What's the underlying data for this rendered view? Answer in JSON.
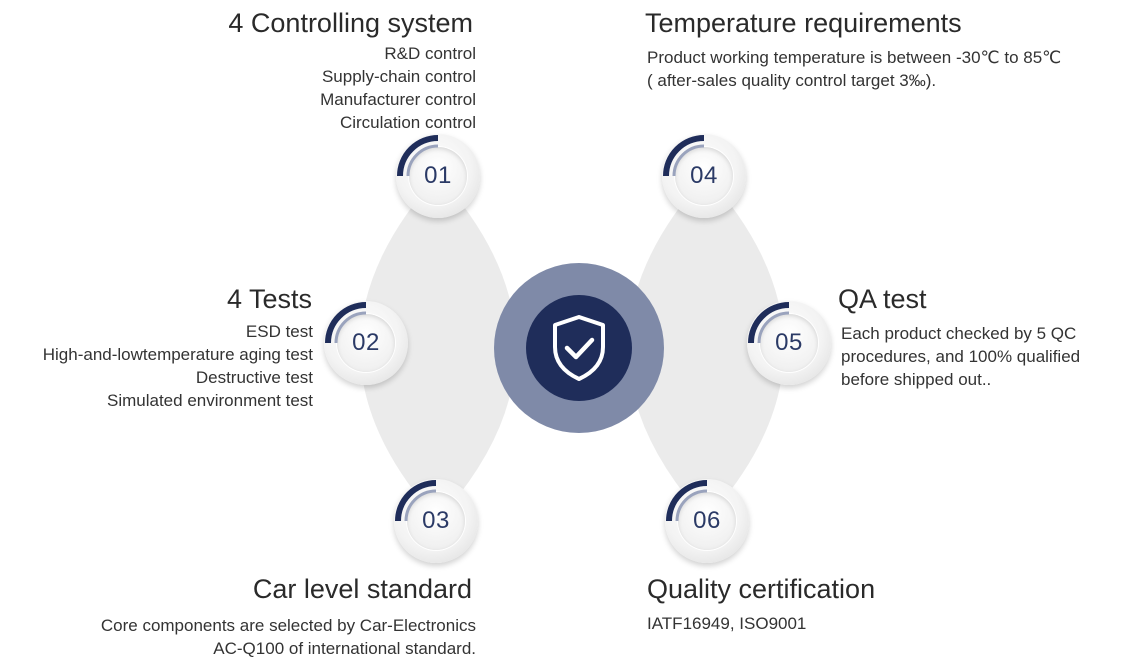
{
  "sections": [
    {
      "number": "01",
      "title": "4 Controlling system",
      "lines": [
        "R&D control",
        "Supply-chain control",
        "Manufacturer control",
        "Circulation control"
      ]
    },
    {
      "number": "02",
      "title": "4 Tests",
      "lines": [
        "ESD test",
        "High-and-lowtemperature aging test",
        "Destructive test",
        "Simulated environment test"
      ]
    },
    {
      "number": "03",
      "title": "Car level standard",
      "lines": [
        "Core components are selected by Car-Electronics",
        "AC-Q100 of international standard."
      ]
    },
    {
      "number": "04",
      "title": "Temperature requirements",
      "lines": [
        "Product working temperature is between -30℃ to 85℃",
        "( after-sales quality control target   3‰)."
      ]
    },
    {
      "number": "05",
      "title": "QA test",
      "lines": [
        "Each product checked by 5 QC",
        "procedures, and 100% qualified",
        "before shipped out.."
      ]
    },
    {
      "number": "06",
      "title": "Quality certification",
      "lines": [
        "IATF16949, ISO9001"
      ]
    }
  ],
  "center_icon": "shield-check-icon",
  "colors": {
    "navy": "#1f2d5a",
    "ring": "#7f8aa8",
    "lens": "#ebebeb",
    "number": "#2b3a66"
  }
}
